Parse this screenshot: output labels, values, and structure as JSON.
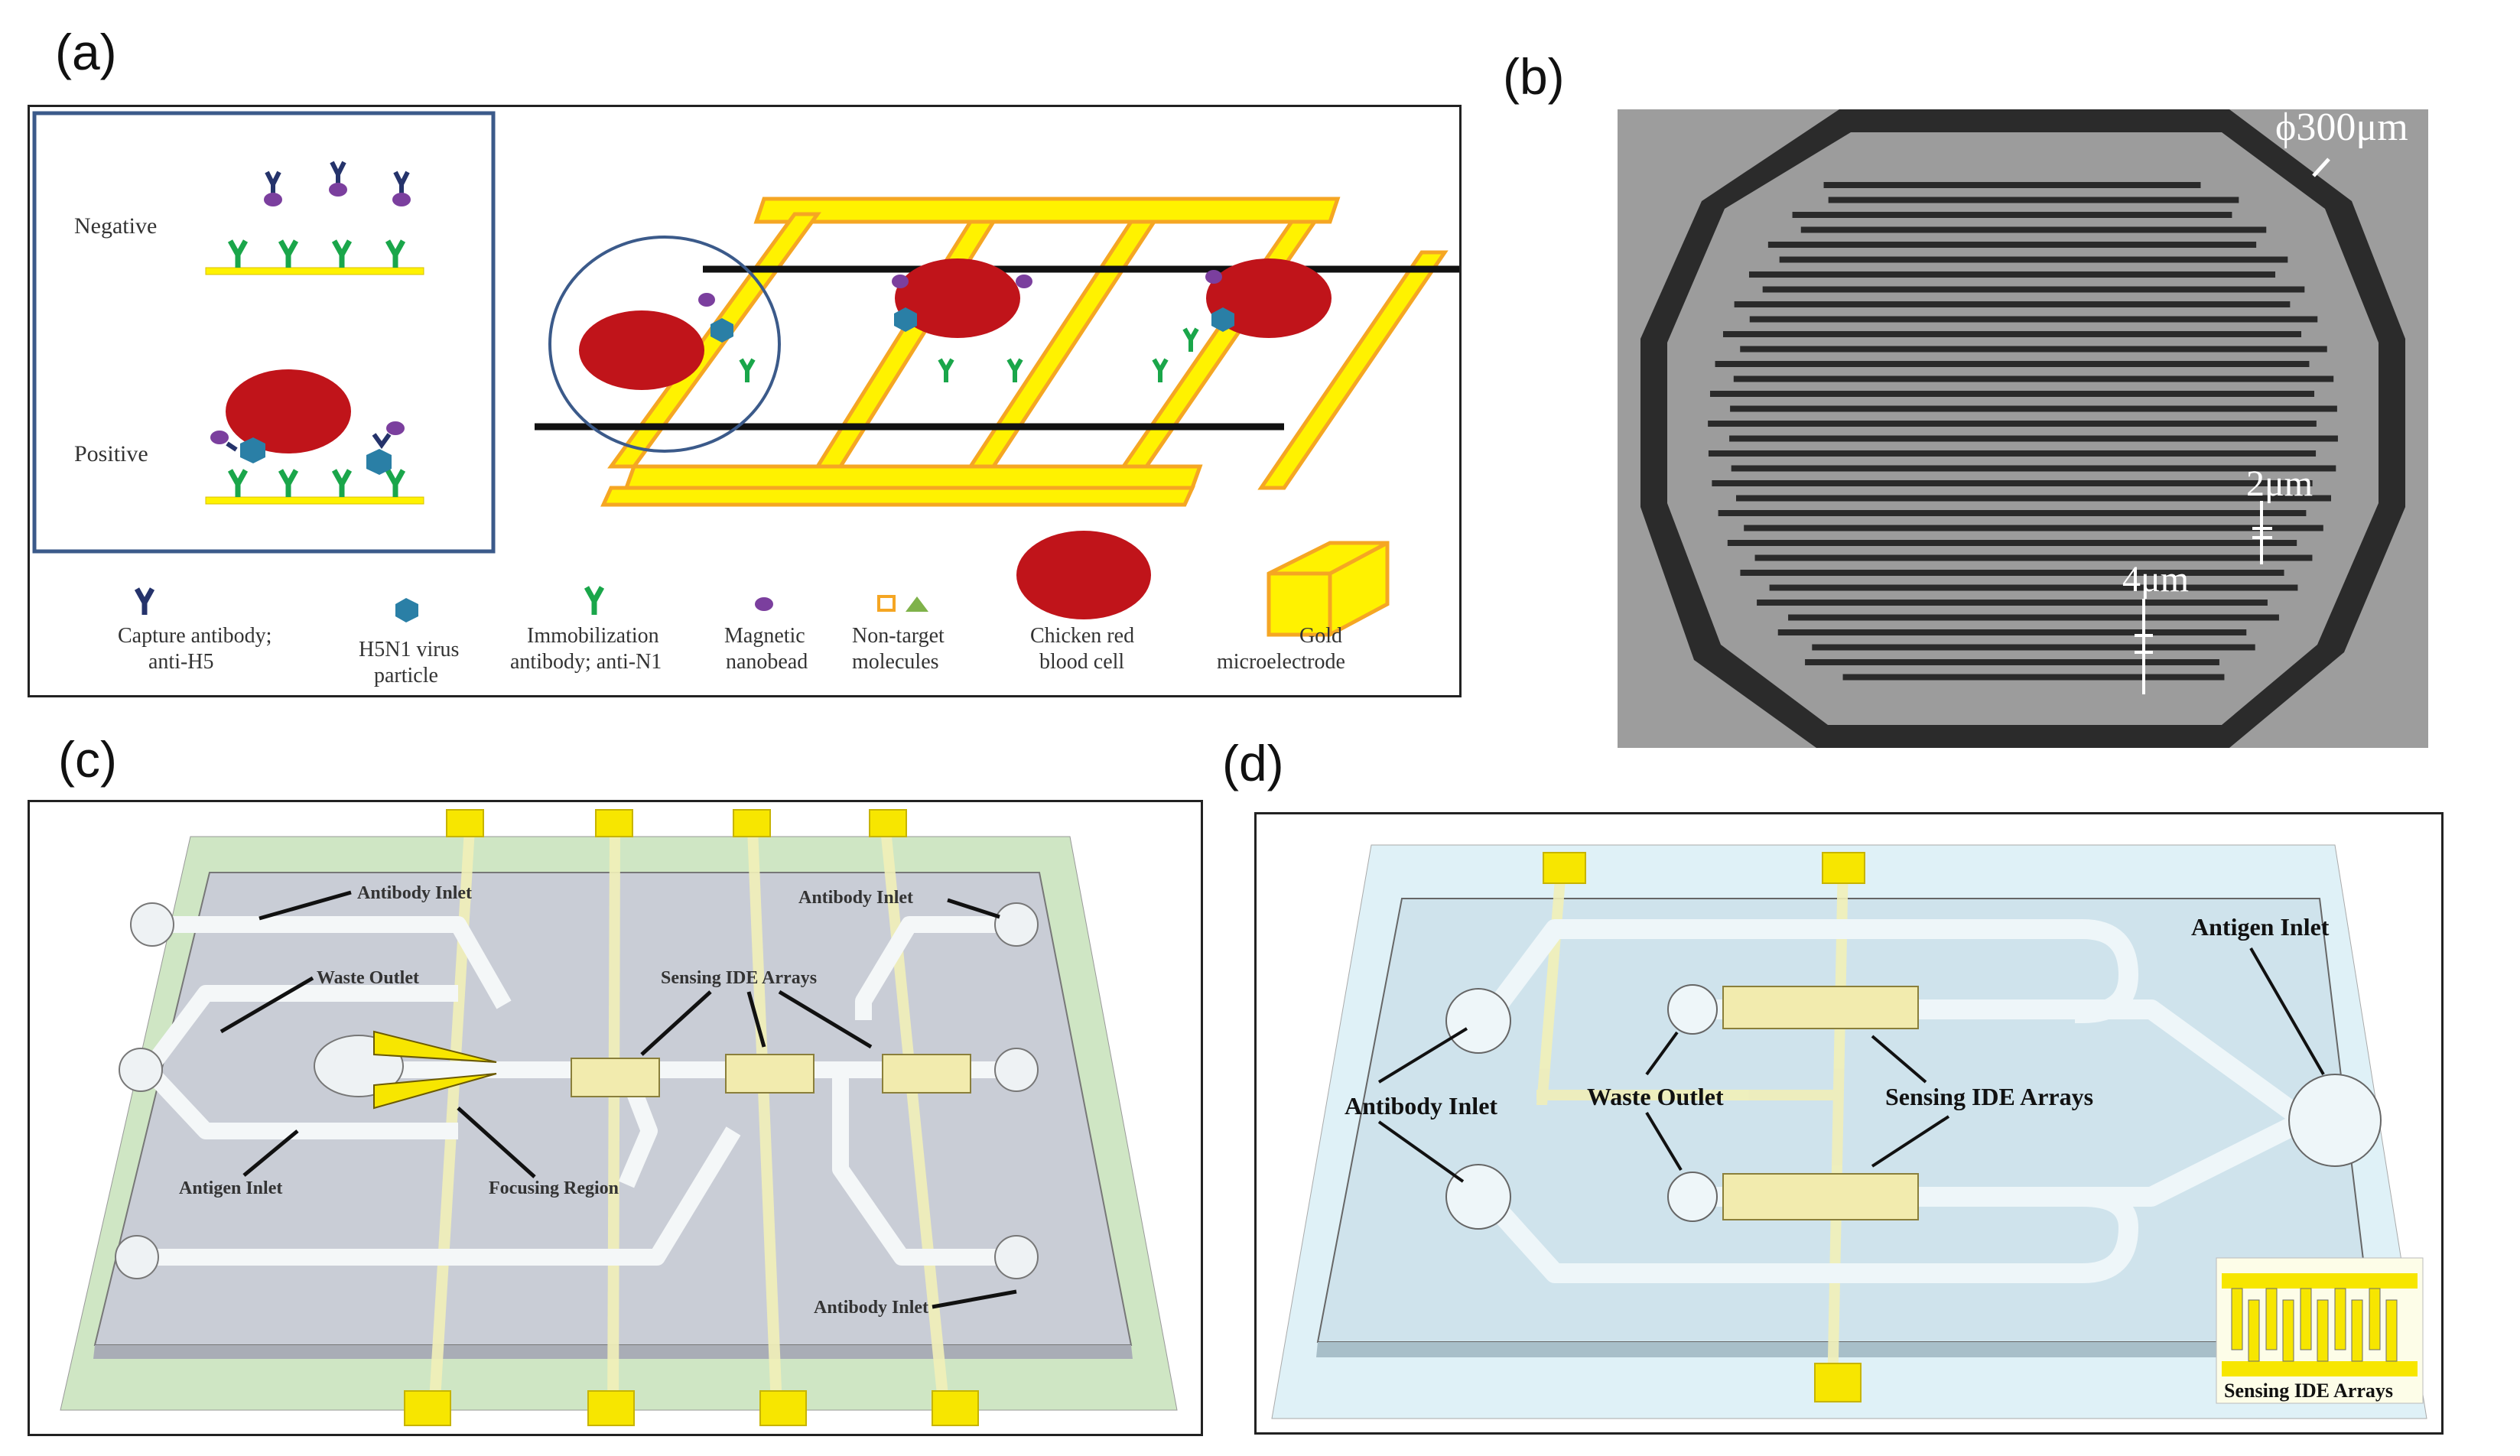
{
  "panels": {
    "a": {
      "letter": "(a)",
      "inset": {
        "negative": "Negative",
        "positive": "Positive"
      },
      "legend": [
        {
          "icon": "capture-antibody-icon",
          "line1": "Capture antibody;",
          "line2": "anti-H5"
        },
        {
          "icon": "virus-particle-icon",
          "line1": "H5N1 virus",
          "line2": "particle"
        },
        {
          "icon": "immobilization-antibody-icon",
          "line1": "Immobilization",
          "line2": "antibody; anti-N1"
        },
        {
          "icon": "magnetic-nanobead-icon",
          "line1": "Magnetic",
          "line2": "nanobead"
        },
        {
          "icon": "non-target-molecules-icon",
          "line1": "Non-target",
          "line2": "molecules"
        },
        {
          "icon": "red-blood-cell-icon",
          "line1": "Chicken red",
          "line2": "blood cell"
        },
        {
          "icon": "gold-microelectrode-icon",
          "line1": "Gold",
          "line2": "microelectrode"
        }
      ],
      "colors": {
        "gold": "#f5a623",
        "gold_light": "#fff200",
        "cell": "#c0141a",
        "antibody_green": "#1aa64a",
        "virus": "#2a7fa6",
        "bead": "#7b3f9e",
        "antibody_navy": "#25336b"
      }
    },
    "b": {
      "letter": "(b)",
      "diameter_label": "ϕ300μm",
      "gap_label": "2μm",
      "width_label": "4μm"
    },
    "c": {
      "letter": "(c)",
      "labels": {
        "antibody_inlet_top_left": "Antibody Inlet",
        "antibody_inlet_top_right": "Antibody Inlet",
        "waste_outlet": "Waste Outlet",
        "sensing_ide_arrays": "Sensing IDE Arrays",
        "antigen_inlet": "Antigen Inlet",
        "focusing_region": "Focusing Region",
        "antibody_inlet_bottom": "Antibody Inlet"
      },
      "colors": {
        "substrate": "#cfe6c4",
        "chip": "#c9cdd6",
        "pad": "#f7e600"
      }
    },
    "d": {
      "letter": "(d)",
      "labels": {
        "antigen_inlet": "Antigen Inlet",
        "antibody_inlet": "Antibody Inlet",
        "waste_outlet": "Waste Outlet",
        "sensing_ide_arrays": "Sensing IDE Arrays",
        "inset_caption": "Sensing IDE Arrays"
      },
      "colors": {
        "substrate": "#dff1f7",
        "chip": "#cfe3ec",
        "pad": "#f7e600"
      }
    }
  }
}
